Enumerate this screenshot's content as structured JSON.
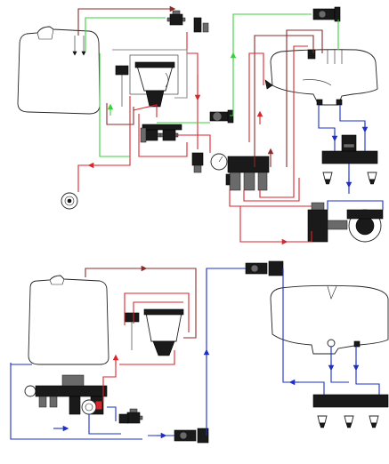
{
  "colors": {
    "pressure_line": "#d9262c",
    "return_line": "#8b2a2a",
    "fill_line": "#3ccf3c",
    "suction_line": "#1d2fc4",
    "aux_line": "#8c8c8c",
    "background": "#ffffff"
  },
  "diagrams": [
    {
      "components": [
        "clean-water-tank",
        "main-tank",
        "pump-filter-assembly",
        "filter-bowl",
        "control-unit",
        "pressure-gauge",
        "nozzle-group",
        "diaphragm-pump",
        "rinse-nozzle"
      ]
    },
    {
      "components": [
        "clean-water-tank",
        "main-tank",
        "filter-bowl",
        "control-unit",
        "pressure-gauge",
        "nozzle-group",
        "inline-valve"
      ]
    }
  ]
}
